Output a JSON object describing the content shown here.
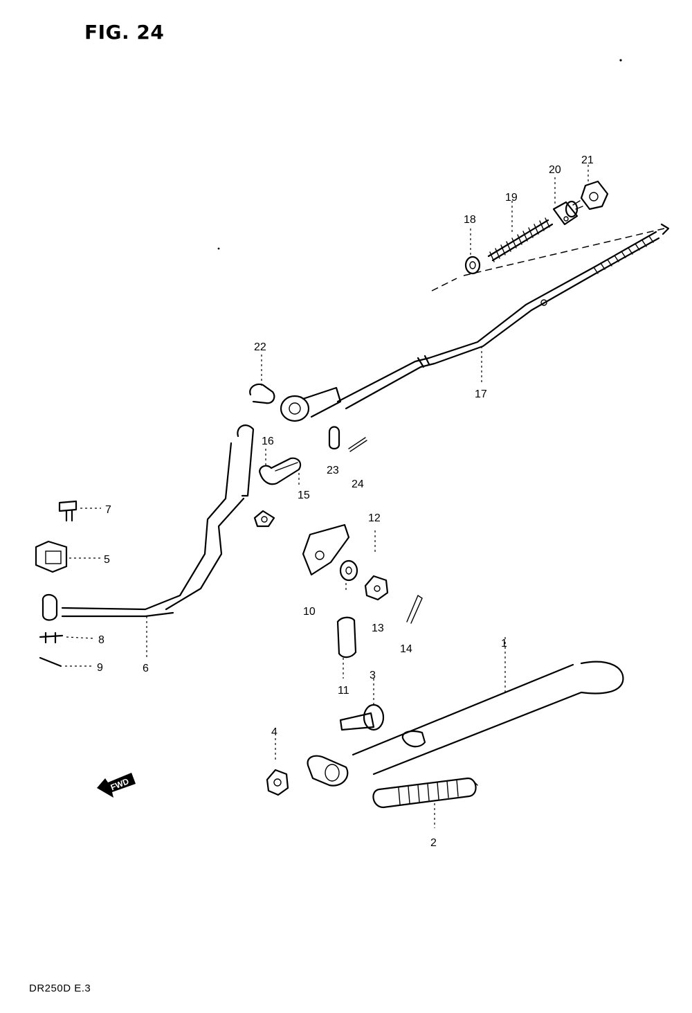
{
  "figure": {
    "title": "FIG. 24",
    "model_code": "DR250D E.3"
  },
  "direction_badge": "FWD",
  "callouts": {
    "c1": "1",
    "c2": "2",
    "c3": "3",
    "c4": "4",
    "c5": "5",
    "c6": "6",
    "c7": "7",
    "c8": "8",
    "c9": "9",
    "c10": "10",
    "c11": "11",
    "c12": "12",
    "c13": "13",
    "c14": "14",
    "c15": "15",
    "c16": "16",
    "c17": "17",
    "c18": "18",
    "c19": "19",
    "c20": "20",
    "c21": "21",
    "c22": "22",
    "c23": "23",
    "c24": "24"
  }
}
